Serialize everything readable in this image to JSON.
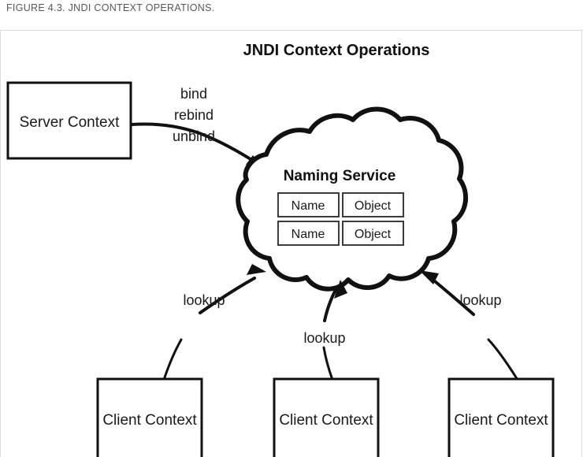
{
  "caption": "FIGURE 4.3. JNDI CONTEXT OPERATIONS.",
  "figure": {
    "title": "JNDI Context Operations",
    "server": {
      "label": "Server Context"
    },
    "naming_service": {
      "title": "Naming Service",
      "table": {
        "rows": [
          {
            "name": "Name",
            "object": "Object"
          },
          {
            "name": "Name",
            "object": "Object"
          }
        ]
      }
    },
    "server_operations": [
      "bind",
      "rebind",
      "unbind"
    ],
    "clients": [
      {
        "label": "Client Context",
        "operation": "lookup"
      },
      {
        "label": "Client Context",
        "operation": "lookup"
      },
      {
        "label": "Client Context",
        "operation": "lookup"
      }
    ],
    "colors": {
      "stroke": "#111111",
      "text": "#1a1a1a",
      "background": "#ffffff",
      "frame_border": "#dcdcdc",
      "caption_text": "#55585c"
    }
  }
}
